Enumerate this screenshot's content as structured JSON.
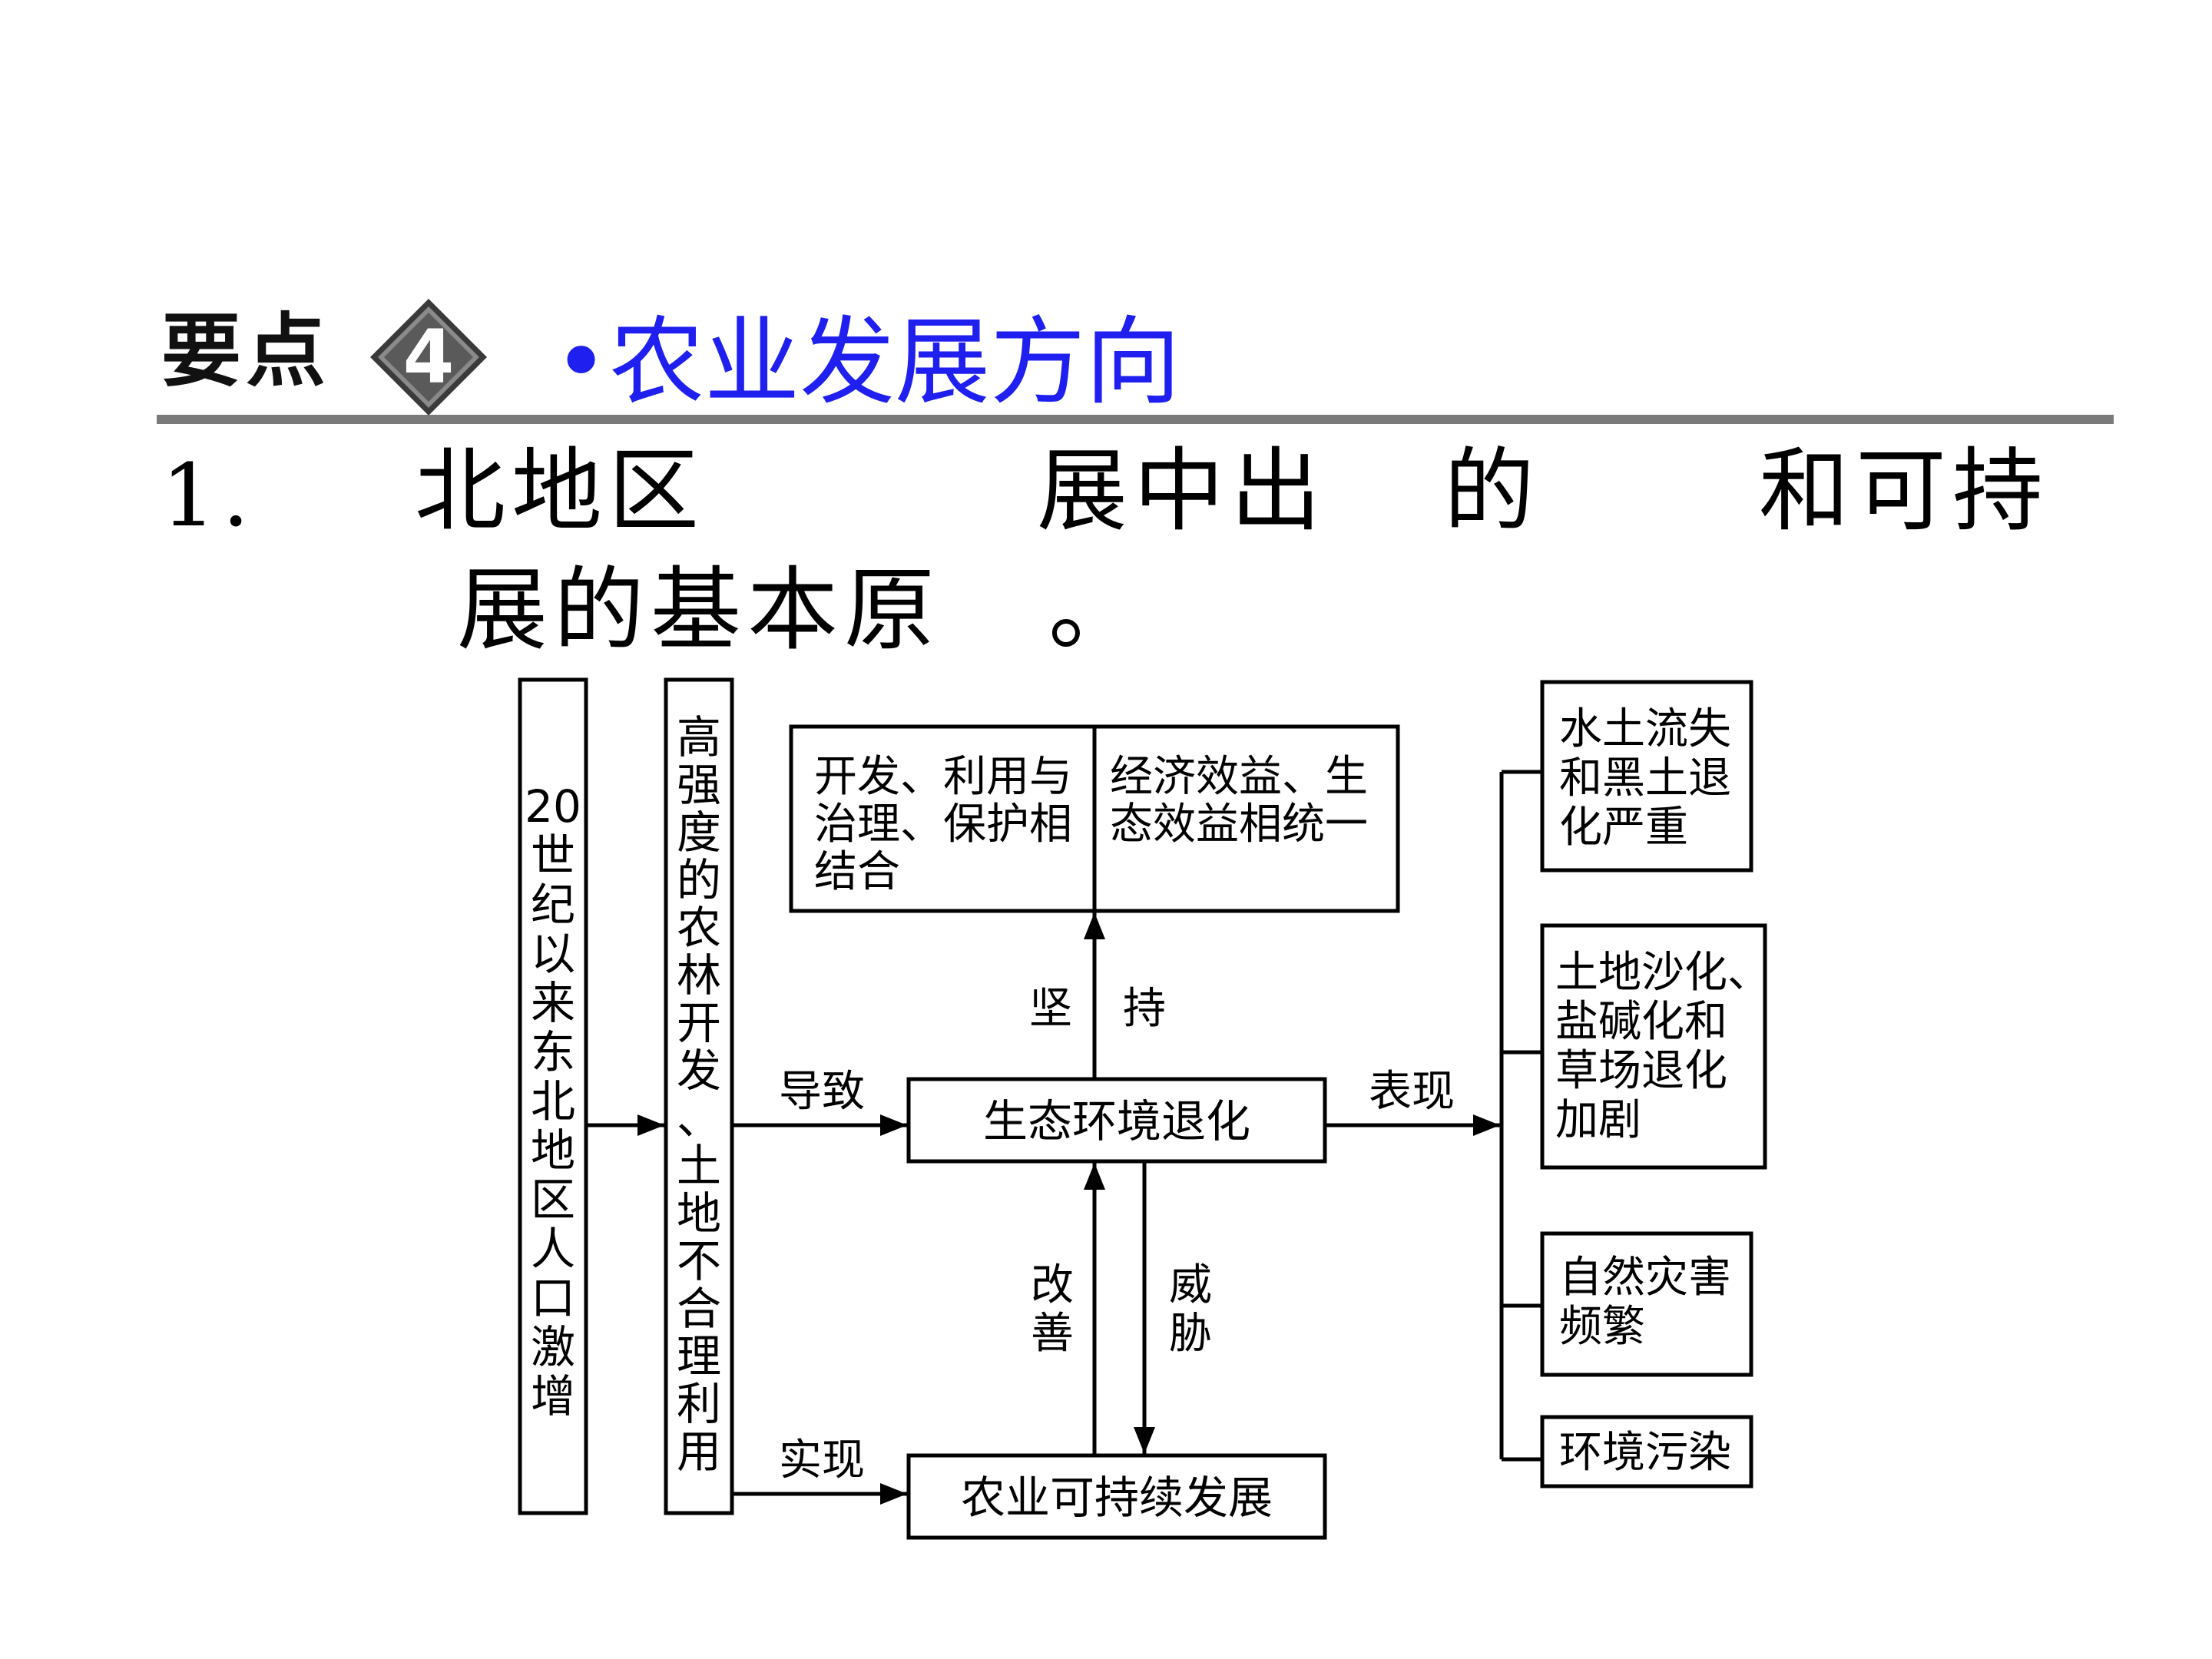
{
  "header": {
    "label": "要点",
    "badge_number": "4",
    "title": "•农业发展方向"
  },
  "sentence": {
    "number": "1.",
    "fragments": [
      "北地区",
      "展中出",
      "的",
      "和可持",
      "展的基本原",
      "。"
    ]
  },
  "diagram": {
    "cause": "20世纪以来东北地区人口激增",
    "activity": "高强度的农林开发、土地不合理利用",
    "degradation": "生态环境退化",
    "sustainable": "农业可持续发展",
    "principles": {
      "left": [
        "开发、利用与",
        "治理、保护相",
        "结合"
      ],
      "right": [
        "经济效益、生",
        "态效益相统一"
      ]
    },
    "edges": {
      "lead_to": "导致",
      "realize": "实现",
      "adhere": [
        "坚",
        "持"
      ],
      "improve": [
        "改",
        "善"
      ],
      "threaten": [
        "威",
        "胁"
      ],
      "manifest": "表现"
    },
    "manifestations": [
      [
        "水土流失",
        "和黑土退",
        "化严重"
      ],
      [
        "土地沙化、",
        "盐碱化和",
        "草场退化",
        "加剧"
      ],
      [
        "自然灾害",
        "频繁"
      ],
      [
        "环境污染"
      ]
    ]
  }
}
